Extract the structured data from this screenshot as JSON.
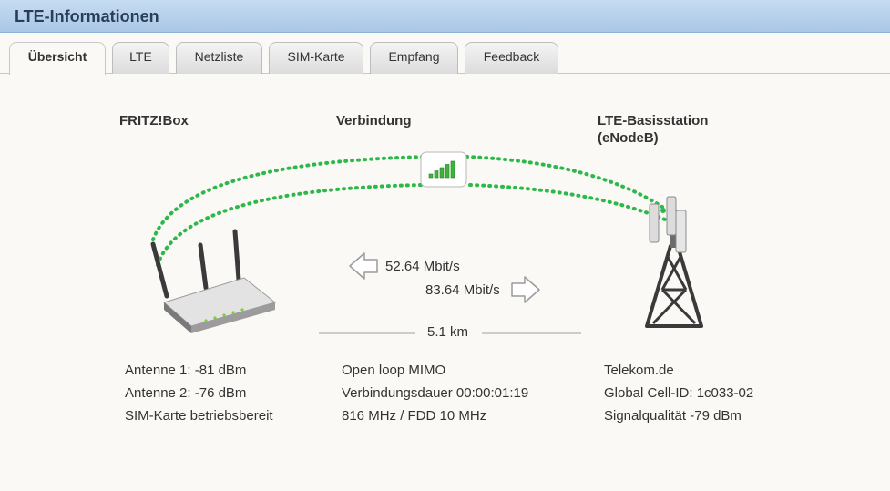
{
  "header": {
    "title": "LTE-Informationen"
  },
  "tabs": [
    {
      "label": "Übersicht",
      "active": true
    },
    {
      "label": "LTE"
    },
    {
      "label": "Netzliste"
    },
    {
      "label": "SIM-Karte"
    },
    {
      "label": "Empfang"
    },
    {
      "label": "Feedback"
    }
  ],
  "columns": {
    "fritzbox": "FRITZ!Box",
    "connection": "Verbindung",
    "base_station_line1": "LTE-Basisstation",
    "base_station_line2": "(eNodeB)"
  },
  "connection": {
    "download": "52.64 Mbit/s",
    "upload": "83.64 Mbit/s",
    "distance": "5.1 km",
    "signal_bars": 5,
    "signal_bars_lit": 5,
    "link_color": "#2db84a"
  },
  "fritzbox_info": [
    "Antenne 1: -81 dBm",
    "Antenne 2: -76 dBm",
    "SIM-Karte betriebsbereit"
  ],
  "connection_info": [
    "Open loop MIMO",
    "Verbindungsdauer 00:00:01:19",
    "816 MHz / FDD 10 MHz"
  ],
  "station_info": [
    "Telekom.de",
    "Global Cell-ID: 1c033-02",
    "Signalqualität -79 dBm"
  ]
}
